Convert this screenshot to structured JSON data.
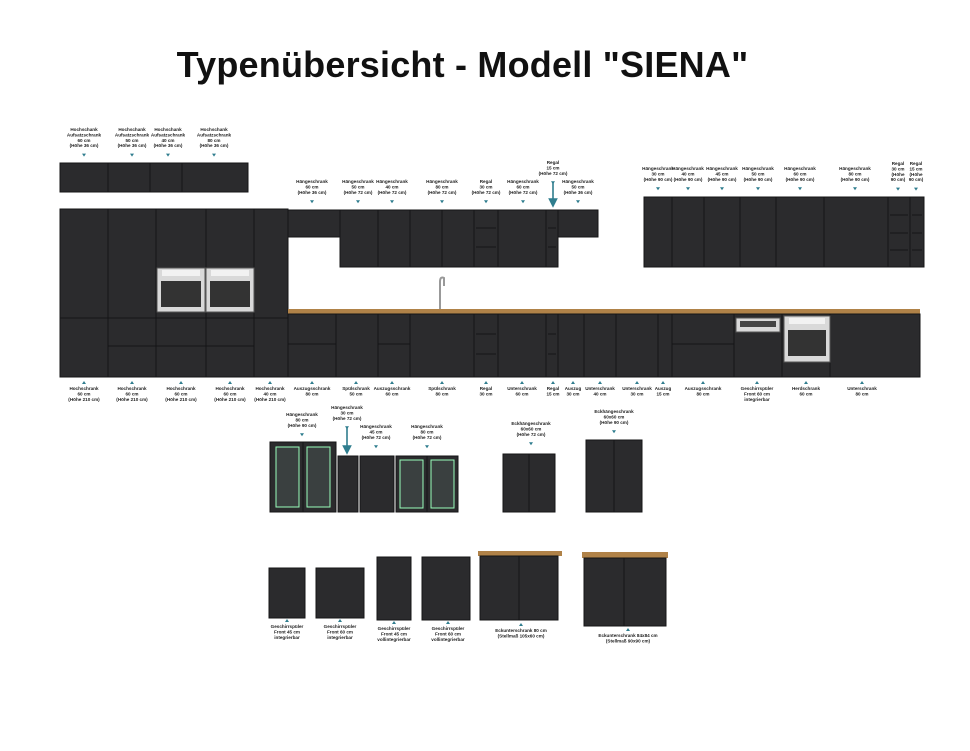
{
  "title": "Typenübersicht - Modell \"SIENA\"",
  "colors": {
    "cabinet": "#2b2b2d",
    "cabinet_line": "#151516",
    "worktop": "#b08248",
    "arrow": "#2f7d8e",
    "label": "#222222"
  },
  "labels": {
    "top_left_1": [
      "Hochschank",
      "Aufsatzschrank",
      "60 cm",
      "(Höhe 36 cm)"
    ],
    "top_left_2": [
      "Hochschank",
      "Aufsatzschrank",
      "50 cm",
      "(Höhe 36 cm)"
    ],
    "top_left_3": [
      "Hochschank",
      "Aufsatzschrank",
      "40 cm",
      "(Höhe 36 cm)"
    ],
    "top_left_4": [
      "Hochschank",
      "Aufsatzschrank",
      "80 cm",
      "(Höhe 36 cm)"
    ],
    "wall_1": [
      "Hängeschrank",
      "60 cm",
      "(Höhe 36 cm)"
    ],
    "wall_2": [
      "Hängeschrank",
      "50 cm",
      "(Höhe 72 cm)"
    ],
    "wall_3": [
      "Hängeschrank",
      "40 cm",
      "(Höhe 72 cm)"
    ],
    "wall_4": [
      "Hängeschrank",
      "80 cm",
      "(Höhe 72 cm)"
    ],
    "wall_5": [
      "Regal",
      "30 cm",
      "(Höhe 72 cm)"
    ],
    "wall_6": [
      "Hängeschrank",
      "60 cm",
      "(Höhe 72 cm)"
    ],
    "wall_7": [
      "Regal",
      "15 cm",
      "(Höhe 72 cm)"
    ],
    "wall_8": [
      "Hängeschrank",
      "50 cm",
      "(Höhe 36 cm)"
    ],
    "right_1": [
      "Hängeschrank",
      "30 cm",
      "(Höhe 90 cm)"
    ],
    "right_2": [
      "Hängeschrank",
      "40 cm",
      "(Höhe 90 cm)"
    ],
    "right_3": [
      "Hängeschrank",
      "45 cm",
      "(Höhe 90 cm)"
    ],
    "right_4": [
      "Hängeschrank",
      "50 cm",
      "(Höhe 90 cm)"
    ],
    "right_5": [
      "Hängeschrank",
      "60 cm",
      "(Höhe 90 cm)"
    ],
    "right_6": [
      "Hängeschrank",
      "80 cm",
      "(Höhe 90 cm)"
    ],
    "right_7": [
      "Regal",
      "30 cm",
      "(Höhe",
      "90 cm)"
    ],
    "right_8": [
      "Regal",
      "15 cm",
      "(Höhe",
      "90 cm)"
    ],
    "base_1": [
      "Hochschrank",
      "60 cm",
      "(Höhe 210 cm)"
    ],
    "base_2": [
      "Hochschrank",
      "60 cm",
      "(Höhe 210 cm)"
    ],
    "base_3": [
      "Hochschrank",
      "60 cm",
      "(Höhe 210 cm)"
    ],
    "base_4": [
      "Hochschrank",
      "60 cm",
      "(Höhe 210 cm)"
    ],
    "base_5": [
      "Hochschrank",
      "40 cm",
      "(Höhe 210 cm)"
    ],
    "base_6": [
      "Auszugsschrank",
      "80 cm"
    ],
    "base_7": [
      "Spülschrank",
      "50 cm"
    ],
    "base_8": [
      "Auszugsschrank",
      "60 cm"
    ],
    "base_9": [
      "Spülschrank",
      "80 cm"
    ],
    "base_10": [
      "Regal",
      "30 cm"
    ],
    "base_11": [
      "Unterschrank",
      "60 cm"
    ],
    "base_12": [
      "Regal",
      "15 cm"
    ],
    "base_13": [
      "Auszug",
      "30 cm"
    ],
    "base_14": [
      "Unterschrank",
      "40 cm"
    ],
    "base_15": [
      "Unterschrank",
      "30 cm"
    ],
    "base_16": [
      "Auszug",
      "15 cm"
    ],
    "base_17": [
      "Auszugsschrank",
      "80 cm"
    ],
    "base_18": [
      "Geschirrspüler",
      "Front 60 cm",
      "integrierbar"
    ],
    "base_19": [
      "Herdschrank",
      "60 cm"
    ],
    "base_20": [
      "Unterschrank",
      "80 cm"
    ],
    "mid_1": [
      "Hängeschrank",
      "80 cm",
      "(Höhe 90 cm)"
    ],
    "mid_2": [
      "Hängeschrank",
      "30 cm",
      "(Höhe 72 cm)"
    ],
    "mid_3": [
      "Hängeschrank",
      "45 cm",
      "(Höhe 72 cm)"
    ],
    "mid_4": [
      "Hängeschrank",
      "80 cm",
      "(Höhe 72 cm)"
    ],
    "mid_5": [
      "Eckhängeschrank",
      "60x60 cm",
      "(Höhe 72 cm)"
    ],
    "mid_6": [
      "Eckhängeschrank",
      "60x60 cm",
      "(Höhe 90 cm)"
    ],
    "bot_1": [
      "Geschirrspüler",
      "Front 45 cm",
      "integrierbar"
    ],
    "bot_2": [
      "Geschirrspüler",
      "Front 60 cm",
      "integrierbar"
    ],
    "bot_3": [
      "Geschirrspüler",
      "Front 45 cm",
      "vollintegrierbar"
    ],
    "bot_4": [
      "Geschirrspüler",
      "Front 60 cm",
      "vollintegrierbar"
    ],
    "bot_5": [
      "Eckunterschrank 80 cm",
      "(Stellmaß 105x60 cm)"
    ],
    "bot_6": [
      "Eckunterschrank 84x84 cm",
      "(Stellmaß 90x90 cm)"
    ]
  }
}
